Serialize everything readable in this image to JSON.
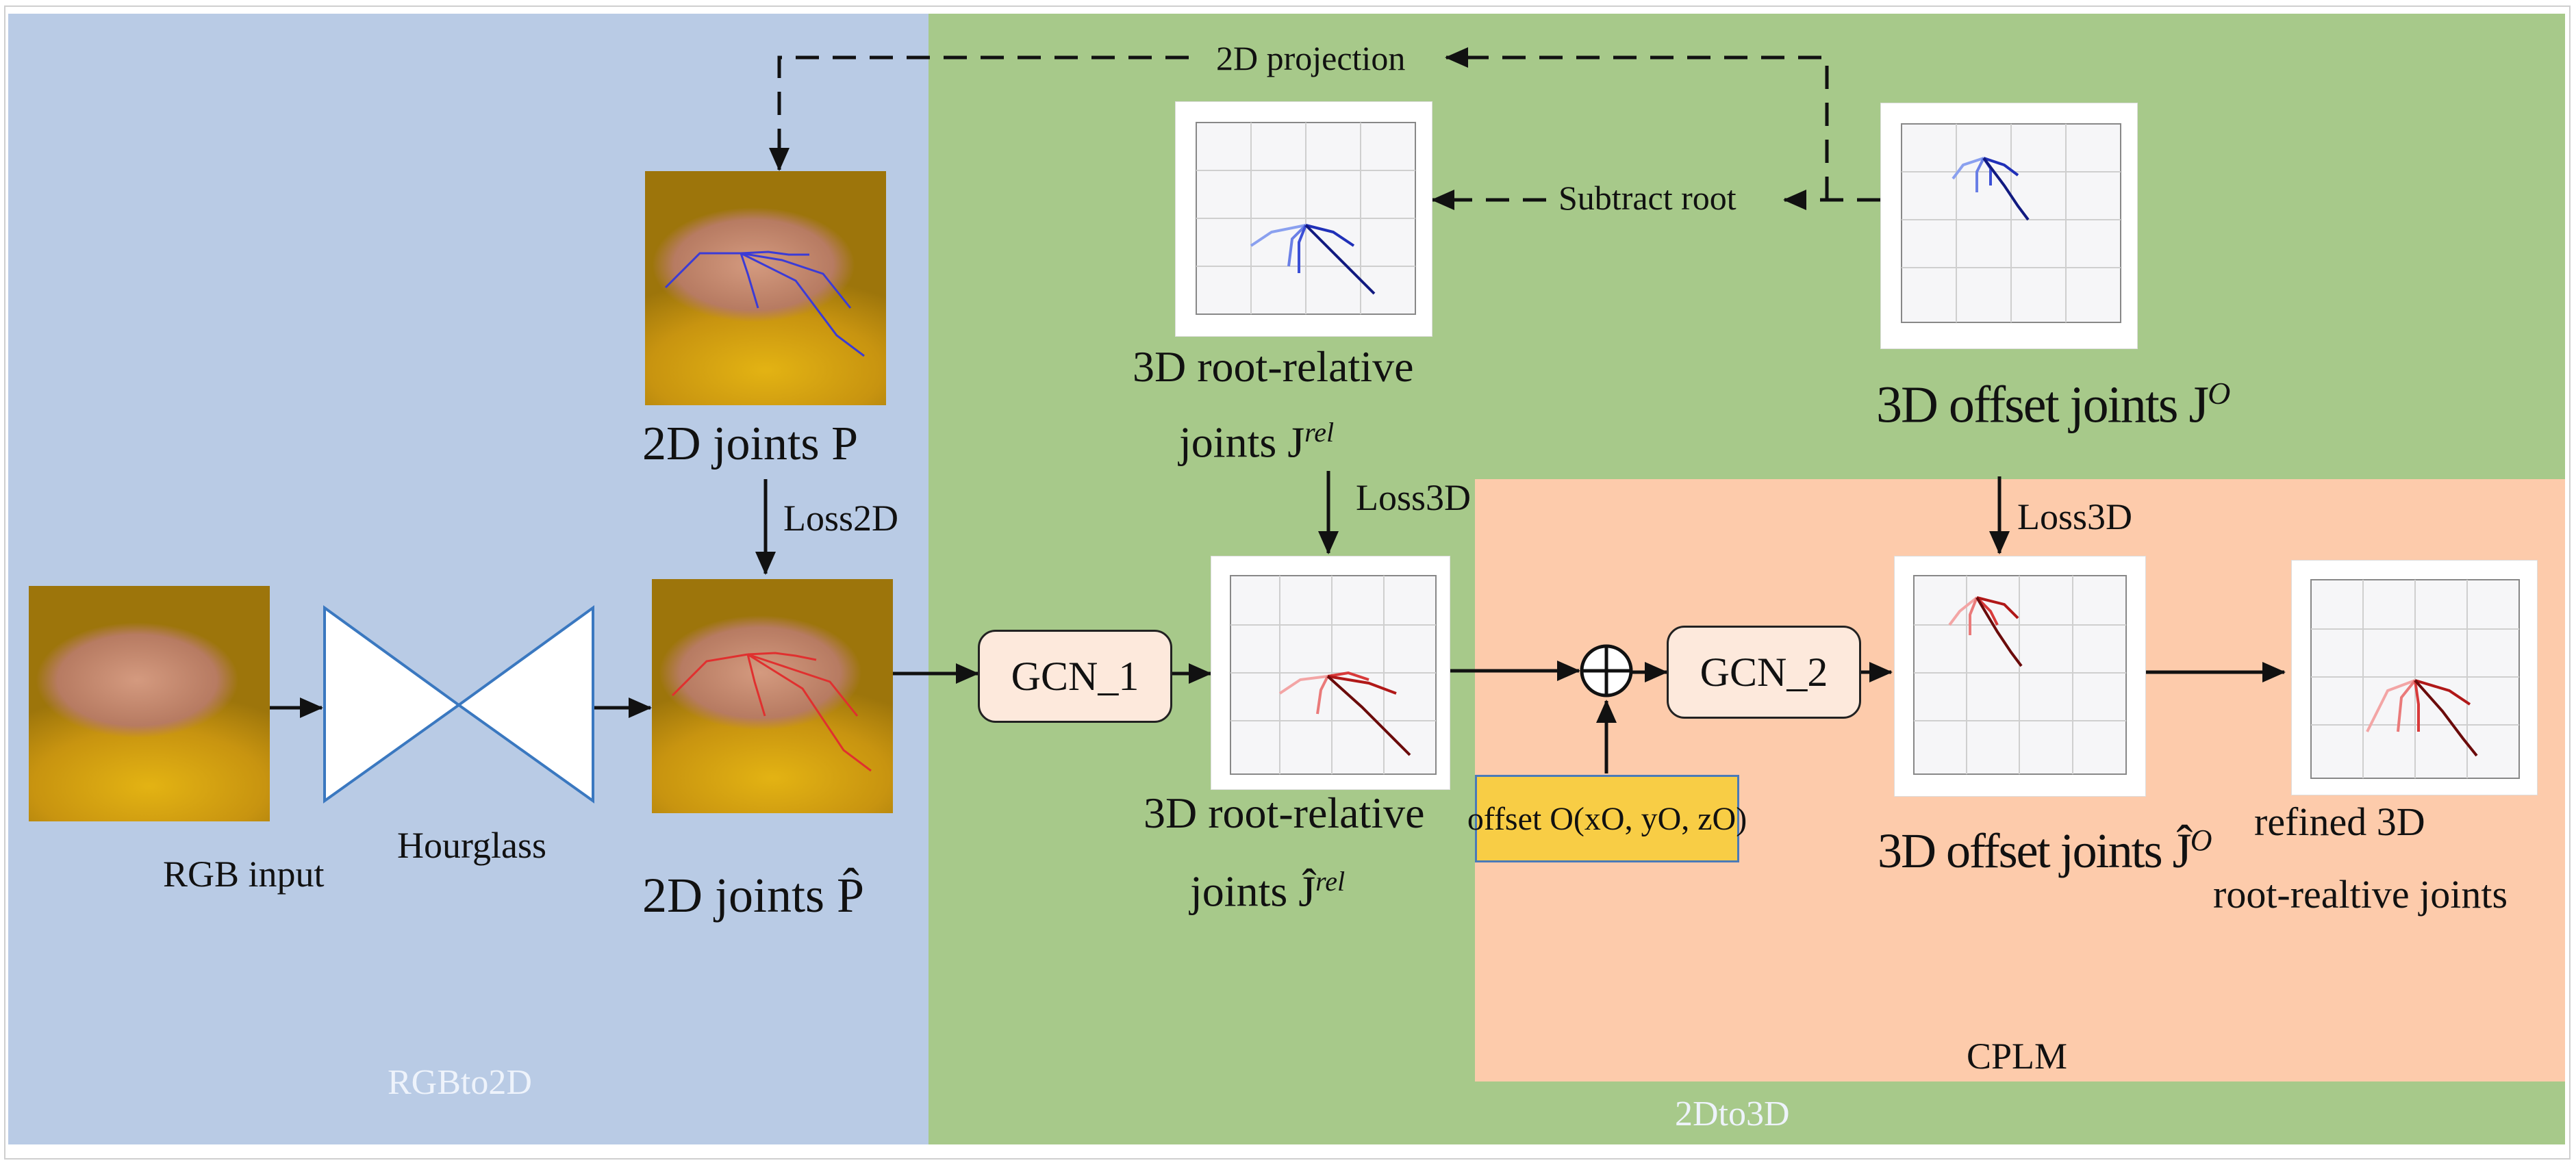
{
  "regions": {
    "rgbto2d": "RGBto2D",
    "twod_to_3d": "2Dto3D",
    "cplm": "CPLM"
  },
  "labels": {
    "rgb_input": "RGB input",
    "hourglass": "Hourglass",
    "joints_2d_p": "2D joints P",
    "joints_2d_phat": "2D joints P̂",
    "loss2d": "Loss2D",
    "loss3d_a": "Loss3D",
    "loss3d_b": "Loss3D",
    "projection_2d": "2D projection",
    "subtract_root": "Subtract root",
    "root_rel_line1": "3D root-relative",
    "root_rel_line2_prefix": "joints J",
    "root_rel_sup": "rel",
    "root_rel_hat_line1": "3D root-relative",
    "root_rel_hat_line2_prefix": "joints Ĵ",
    "root_rel_hat_sup": "rel",
    "offset_joints_prefix": "3D offset joints J",
    "offset_joints_sup": "O",
    "offset_joints_hat_prefix": "3D offset joints Ĵ",
    "offset_joints_hat_sup": "O",
    "refined_line1": "refined 3D",
    "refined_line2": "root-realtive joints",
    "offset_box": "offset O(xO, yO, zO)",
    "gcn1": "GCN_1",
    "gcn2": "GCN_2",
    "plus_sign": "+"
  },
  "colors": {
    "blue_region": "#b9cbe5",
    "green_region": "#a7c98a",
    "orange_region": "#fdcbab",
    "offset_box_fill": "#f8cd45",
    "offset_box_border": "#4a7ab8",
    "blue_hand": "#1c2bb0",
    "red_hand": "#c0181a"
  }
}
